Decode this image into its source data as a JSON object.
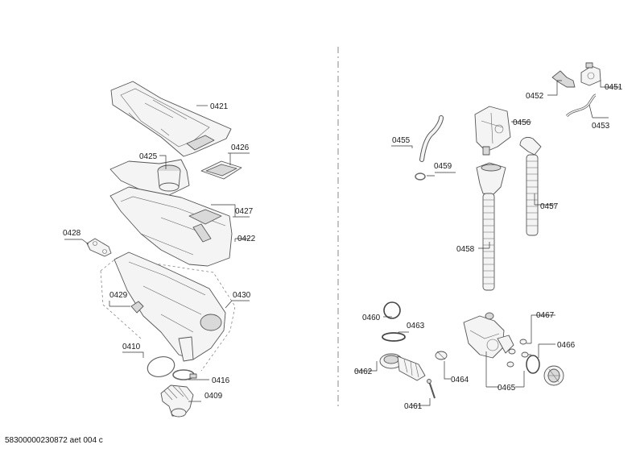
{
  "labels": {
    "p0421": "0421",
    "p0425": "0425",
    "p0426": "0426",
    "p0427": "0427",
    "p0422": "0422",
    "p0428": "0428",
    "p0429": "0429",
    "p0430": "0430",
    "p0410": "0410",
    "p0416": "0416",
    "p0409": "0409",
    "p0451": "0451",
    "p0452": "0452",
    "p0453": "0453",
    "p0455": "0455",
    "p0456": "0456",
    "p0459": "0459",
    "p0457": "0457",
    "p0458": "0458",
    "p0460": "0460",
    "p0463": "0463",
    "p0462": "0462",
    "p0464": "0464",
    "p0461": "0461",
    "p0467": "0467",
    "p0466": "0466",
    "p0465": "0465"
  },
  "footer": "58300000230872 aet 004 c"
}
